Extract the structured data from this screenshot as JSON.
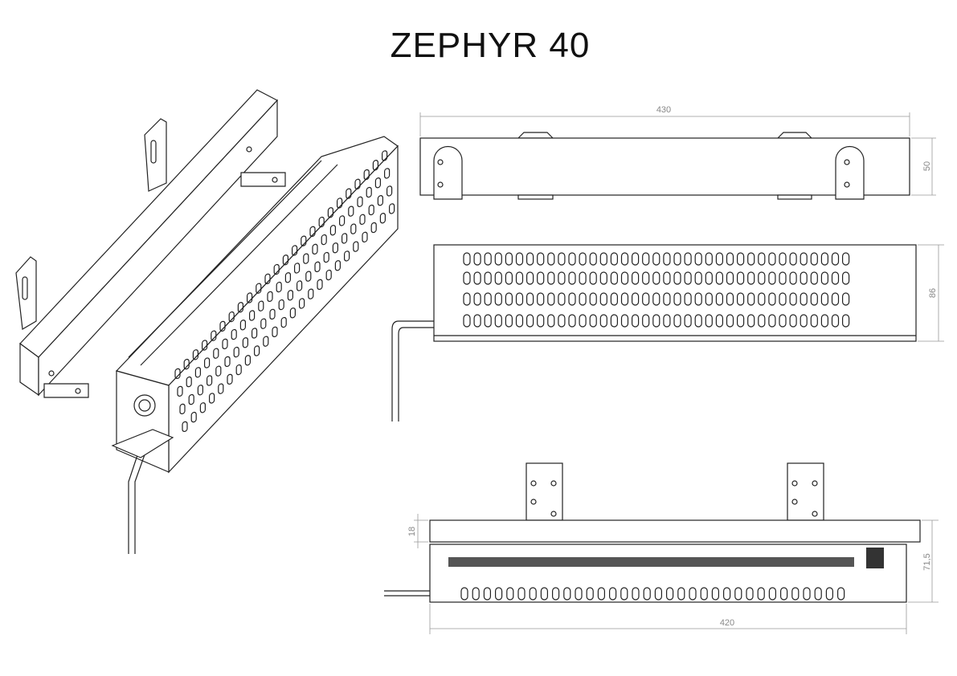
{
  "title": "ZEPHYR 40",
  "dimensions": {
    "top_width": "430",
    "top_height": "50",
    "front_height": "86",
    "bottom_plate_height": "18",
    "bottom_total_height": "71,5",
    "bottom_width": "420"
  },
  "colors": {
    "line": "#222222",
    "dimension": "#999999"
  }
}
